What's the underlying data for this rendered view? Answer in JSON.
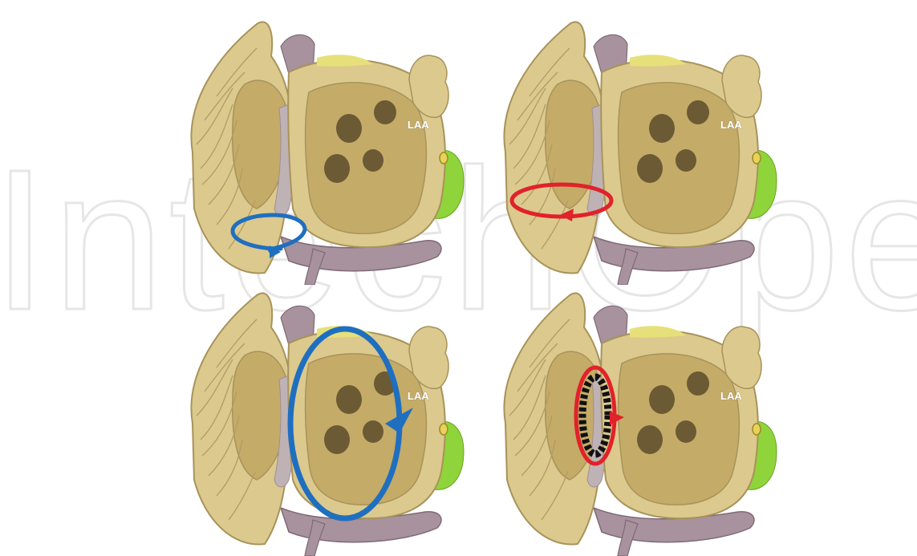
{
  "watermark": {
    "text": "IntechOpen"
  },
  "panels": [
    {
      "label": "LAA",
      "circuit": "blue-ring-around-mitral-isthmus"
    },
    {
      "label": "LAA",
      "circuit": "red-horizontal-loop-septum"
    },
    {
      "label": "LAA",
      "circuit": "blue-perimitral-macroreentry"
    },
    {
      "label": "LAA",
      "circuit": "red-loop-around-septal-scar"
    }
  ],
  "colors": {
    "tissue": "#dcc98e",
    "cavity": "#c4ab68",
    "vein": "#a7929d",
    "appendage_fat": "#8fd43a",
    "blue_arrow": "#1f6fc0",
    "red_arrow": "#e1222a",
    "scar": "#111111"
  }
}
